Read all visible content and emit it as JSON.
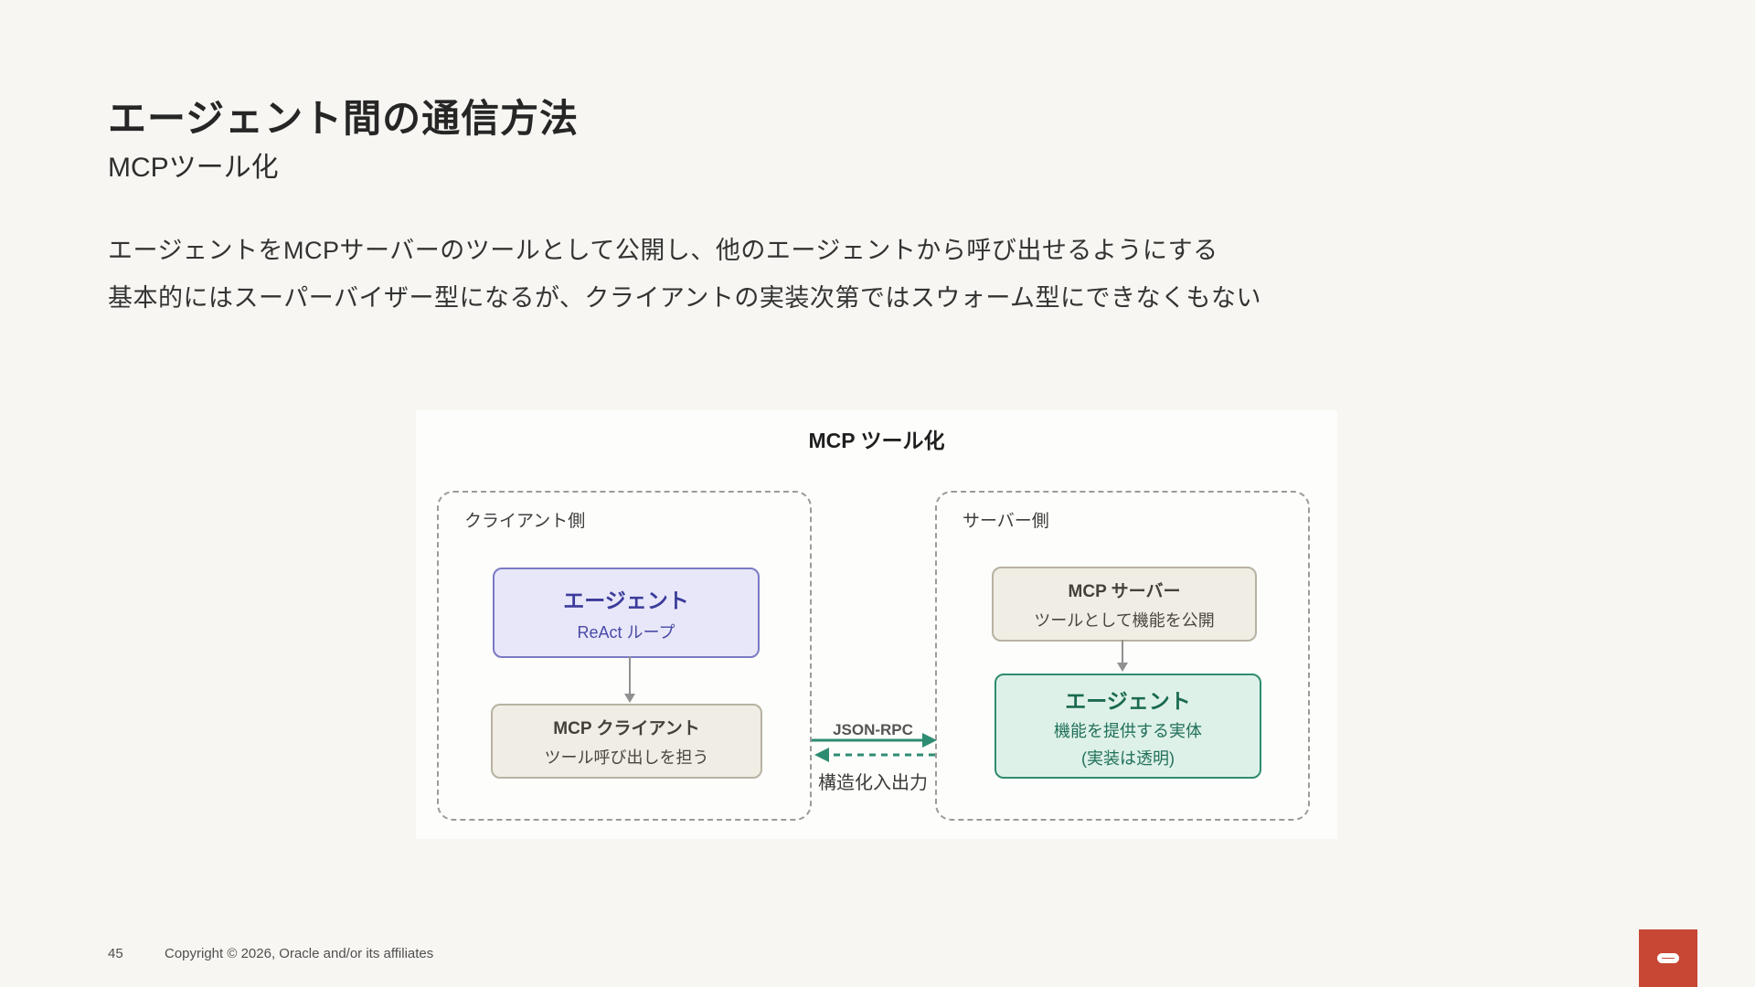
{
  "slide": {
    "title": "エージェント間の通信方法",
    "subtitle": "MCPツール化",
    "body_lines": [
      "エージェントをMCPサーバーのツールとして公開し、他のエージェントから呼び出せるようにする",
      "基本的にはスーパーバイザー型になるが、クライアントの実装次第ではスウォーム型にできなくもない"
    ]
  },
  "diagram": {
    "title": "MCP ツール化",
    "client": {
      "label": "クライアント側",
      "agent_box": {
        "title": "エージェント",
        "subtitle": "ReAct ループ"
      },
      "mcp_client_box": {
        "title": "MCP クライアント",
        "subtitle": "ツール呼び出しを担う"
      }
    },
    "server": {
      "label": "サーバー側",
      "mcp_server_box": {
        "title": "MCP サーバー",
        "subtitle": "ツールとして機能を公開"
      },
      "agent_box": {
        "title": "エージェント",
        "subtitle": "機能を提供する実体",
        "note": "(実装は透明)"
      }
    },
    "link": {
      "top_label": "JSON-RPC",
      "bottom_label": "構造化入出力"
    }
  },
  "footer": {
    "page_number": "45",
    "copyright": "Copyright © 2026, Oracle and/or its affiliates"
  },
  "colors": {
    "slide_background": "#f7f6f2",
    "diagram_background": "#fdfdfb",
    "oracle_red": "#c74634",
    "purple_fill": "#e7e7f9",
    "purple_border": "#7a7ac4",
    "purple_text": "#3b3b9b",
    "beige_fill": "#efede4",
    "beige_border": "#b8b2a2",
    "green_fill": "#def1e8",
    "green_border": "#2e8c6e",
    "green_text": "#1a6a50",
    "teal_arrow": "#2e8c72",
    "gray_arrow": "#909090",
    "dashed_container_border": "#9b9b9b"
  }
}
